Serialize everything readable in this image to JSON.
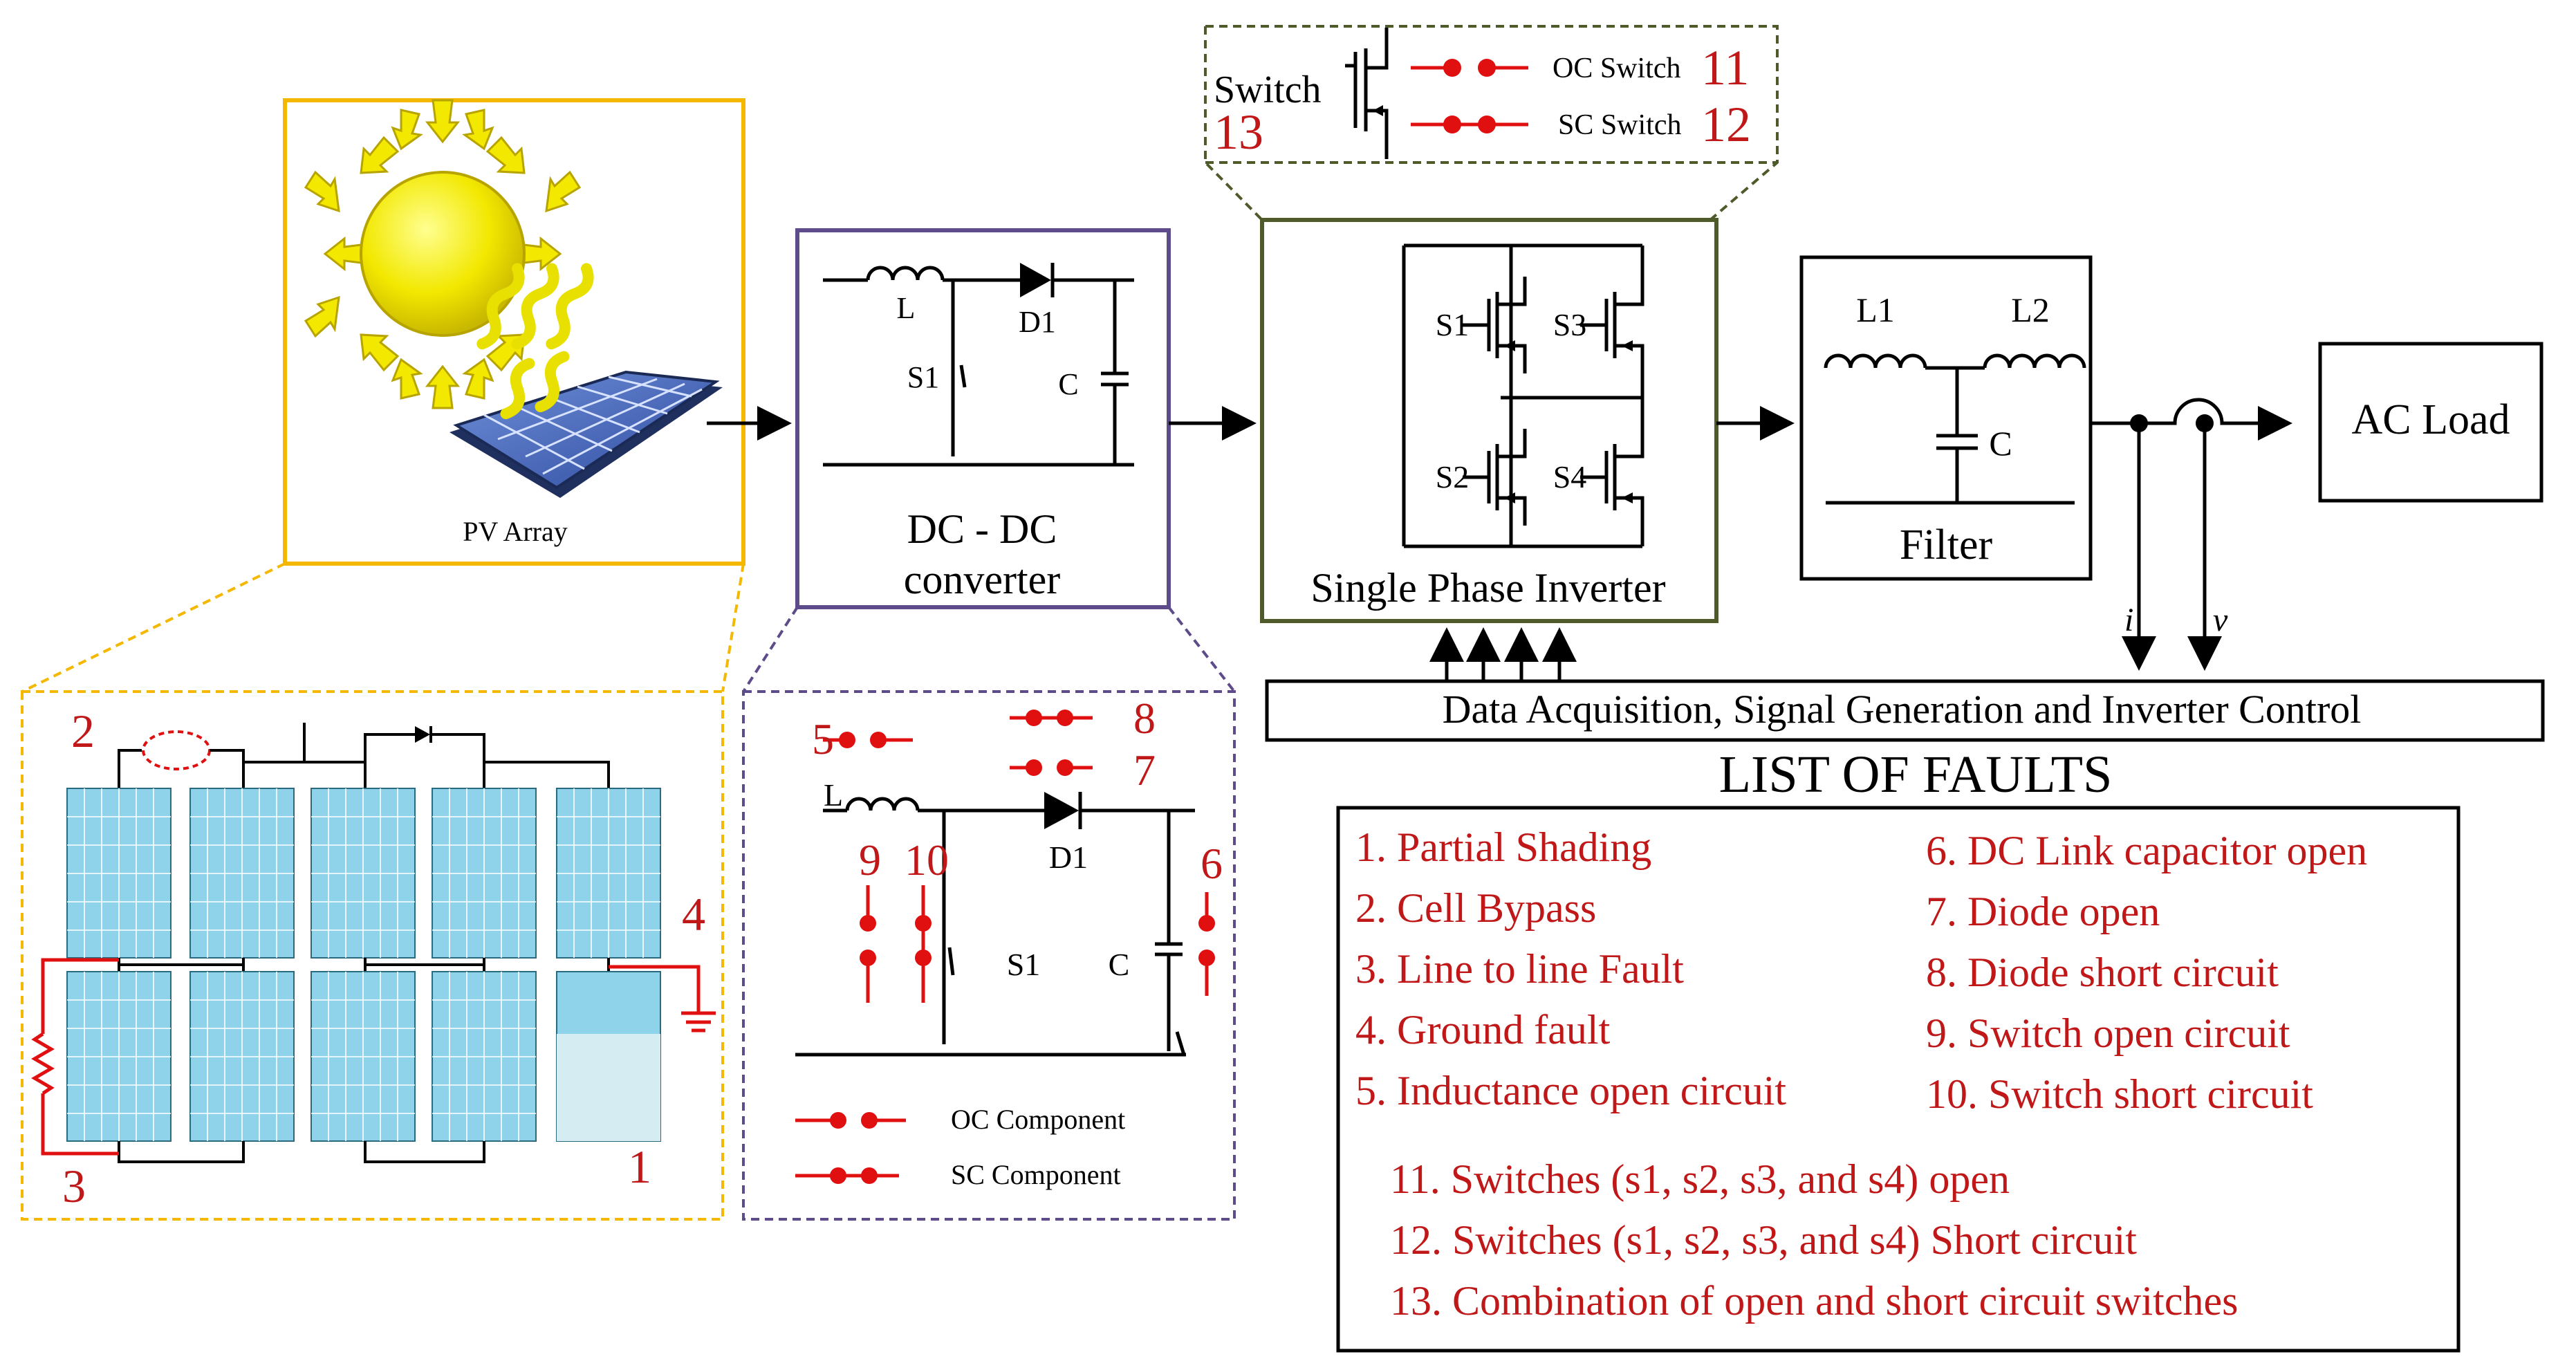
{
  "blocks": {
    "pv_array": "PV Array",
    "dcdc_line1": "DC - DC",
    "dcdc_line2": "converter",
    "inverter": "Single Phase Inverter",
    "filter": "Filter",
    "ac_load": "AC Load",
    "daq": "Data Acquisition, Signal Generation and Inverter Control"
  },
  "dcdc_labels": {
    "L": "L",
    "D1": "D1",
    "S1": "S1",
    "C": "C"
  },
  "inverter_labels": {
    "S1": "S1",
    "S2": "S2",
    "S3": "S3",
    "S4": "S4"
  },
  "filter_labels": {
    "L1": "L1",
    "L2": "L2",
    "C": "C"
  },
  "measure_labels": {
    "i": "i",
    "v": "v"
  },
  "switch_detail": {
    "switch_label": "Switch",
    "num_13": "13",
    "oc_switch": "OC Switch",
    "num_11": "11",
    "sc_switch": "SC Switch",
    "num_12": "12"
  },
  "pv_detail": {
    "n1": "1",
    "n2": "2",
    "n3": "3",
    "n4": "4"
  },
  "dc_detail": {
    "n5": "5",
    "n6": "6",
    "n7": "7",
    "n8": "8",
    "n9": "9",
    "n10": "10",
    "L": "L",
    "D1": "D1",
    "S1": "S1",
    "C": "C",
    "oc_component": "OC Component",
    "sc_component": "SC Component"
  },
  "faults": {
    "title": "LIST OF FAULTS",
    "left": [
      "1. Partial Shading",
      "2. Cell Bypass",
      "3. Line to line Fault",
      "4. Ground fault",
      "5. Inductance open circuit"
    ],
    "right": [
      "6. DC Link capacitor open",
      "7. Diode open",
      "8. Diode short circuit",
      "9. Switch open circuit",
      "10. Switch short circuit"
    ],
    "bottom": [
      "11. Switches (s1, s2, s3, and s4) open",
      "12. Switches (s1, s2, s3, and s4) Short circuit",
      "13. Combination of open and short circuit switches"
    ]
  },
  "colors": {
    "fault_red": "#c01818",
    "pv_border": "#f5b800",
    "dcdc_border": "#5e4b8b",
    "inverter_border": "#4e5a2a",
    "cell_blue": "#8fd3ea",
    "sun_yellow": "#f2e800"
  }
}
